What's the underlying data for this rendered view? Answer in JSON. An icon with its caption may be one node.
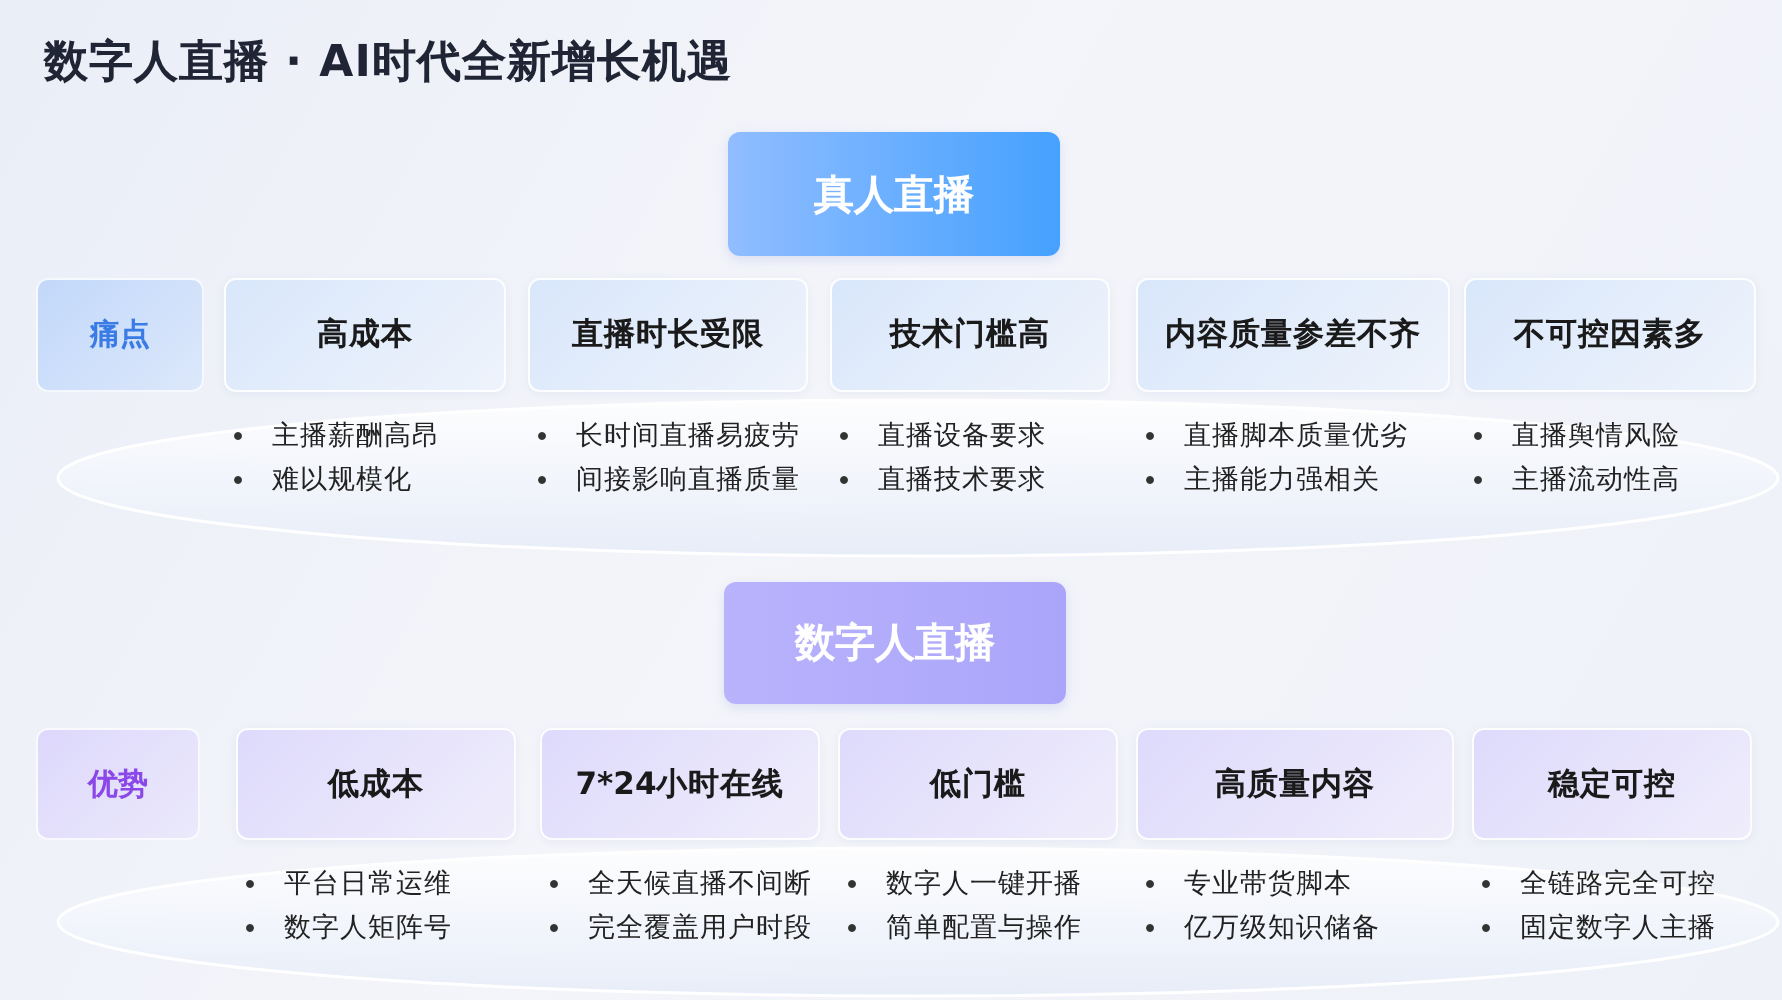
{
  "diagram": {
    "title": "数字人直播 · AI时代全新增长机遇",
    "nodes": [
      {
        "text": [
          "真人直播"
        ]
      },
      {
        "text": [
          "痛点"
        ]
      },
      {
        "text": [
          "高成本"
        ],
        "beside": [
          "主播薪酬高昂",
          "难以规模化"
        ]
      },
      {
        "text": [
          "直播时长受限"
        ],
        "beside": [
          "长时间直播易疲劳",
          "间接影响直播质量"
        ]
      },
      {
        "text": [
          "技术门槛高"
        ],
        "beside": [
          "直播设备要求",
          "直播技术要求"
        ]
      },
      {
        "text": [
          "内容质量参差不齐"
        ],
        "beside": [
          "直播脚本质量优劣",
          "主播能力强相关"
        ]
      },
      {
        "text": [
          "不可控因素多"
        ],
        "beside": [
          "直播舆情风险",
          "主播流动性高"
        ]
      },
      {
        "text": [
          "数字人直播"
        ]
      },
      {
        "text": [
          "优势"
        ]
      },
      {
        "text": [
          "低成本"
        ],
        "beside": [
          "平台日常运维",
          "数字人矩阵号"
        ]
      },
      {
        "text": [
          "7*24小时在线"
        ],
        "beside": [
          "全天候直播不间断",
          "完全覆盖用户时段"
        ]
      },
      {
        "text": [
          "低门槛"
        ],
        "beside": [
          "数字人一键开播",
          "简单配置与操作"
        ]
      },
      {
        "text": [
          "高质量内容"
        ],
        "beside": [
          "专业带货脚本",
          "亿万级知识储备"
        ]
      },
      {
        "text": [
          "稳定可控"
        ],
        "beside": [
          "全链路完全可控",
          "固定数字人主播"
        ]
      }
    ],
    "edges": []
  }
}
